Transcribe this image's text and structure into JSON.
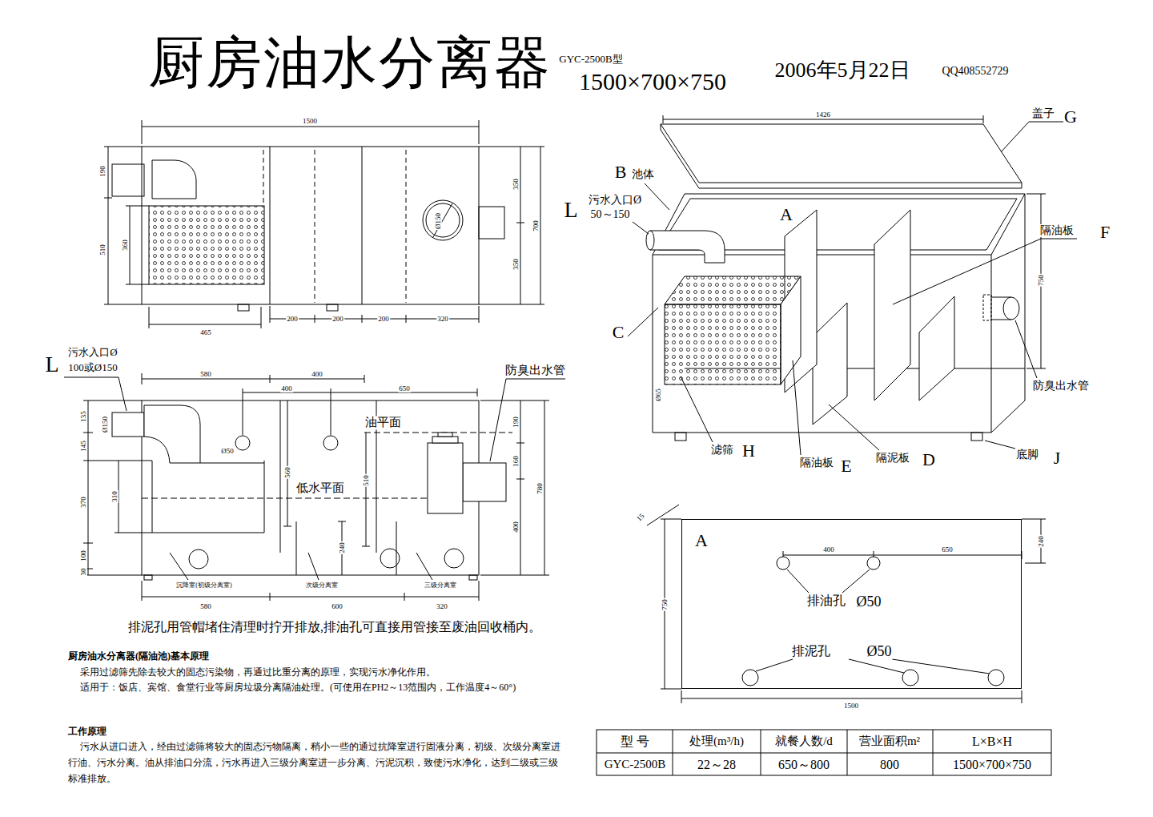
{
  "diagram": {
    "title": "厨房油水分离器",
    "nodes": [
      {
        "text": [
          "A"
        ]
      }
    ],
    "labels": [
      "GYC-2500B型",
      "1500×700×750",
      "2006年5月22日",
      "QQ408552729",
      "1500",
      "190",
      "510",
      "360",
      "350",
      "350",
      "700",
      "Ø150",
      "465",
      "200",
      "200",
      "200",
      "320",
      "L",
      "污水入口Ø",
      "100或Ø150",
      "580",
      "400",
      "400",
      "650",
      "防臭出水管",
      "油平面",
      "135",
      "145",
      "Ø150",
      "Ø50",
      "310",
      "370",
      "560",
      "低水平面",
      "510",
      "190",
      "160",
      "780",
      "400",
      "240",
      "100",
      "30",
      "沉降室(初级分离室)",
      "次级分离室",
      "三级分离室",
      "580",
      "600",
      "320",
      "排泥孔用管帽堵住清理时拧开排放,排油孔可直接用管接至废油回收桶内。",
      "厨房油水分离器(隔油池)基本原理",
      "采用过滤筛先除去较大的固态污染物，再通过比重分离的原理，实现污水净化作用。",
      "适用于：饭店、宾馆、食堂行业等厨房垃圾分离隔油处理。(可使用在PH2～13范围内，工作温度4～60°)",
      "工作原理",
      "污水从进口进入，经由过滤筛将较大的固态污物隔离，稍小一些的通过抗降室进行固液分离，初级、次级分离室进行油、污水分离。油从排油口分流，污水再进入三级分离室进一步分离、污泥沉积，致使污水净化，达到二级或三级标准排放。",
      "1426",
      "盖子",
      "G",
      "B",
      "池体",
      "L",
      "污水入口Ø",
      "50～150",
      "A",
      "隔油板",
      "F",
      "750",
      "C",
      "Ø65",
      "防臭出水管",
      "滤筛",
      "H",
      "隔油板",
      "E",
      "隔泥板",
      "D",
      "底脚",
      "J",
      "15",
      "400",
      "650",
      "240",
      "750",
      "排油孔",
      "Ø50",
      "排泥孔",
      "Ø50",
      "1500",
      "型 号",
      "处理(m³/h)",
      "就餐人数/d",
      "营业面积m²",
      "L×B×H",
      "GYC-2500B",
      "22～28",
      "650～800",
      "800",
      "1500×700×750"
    ]
  }
}
